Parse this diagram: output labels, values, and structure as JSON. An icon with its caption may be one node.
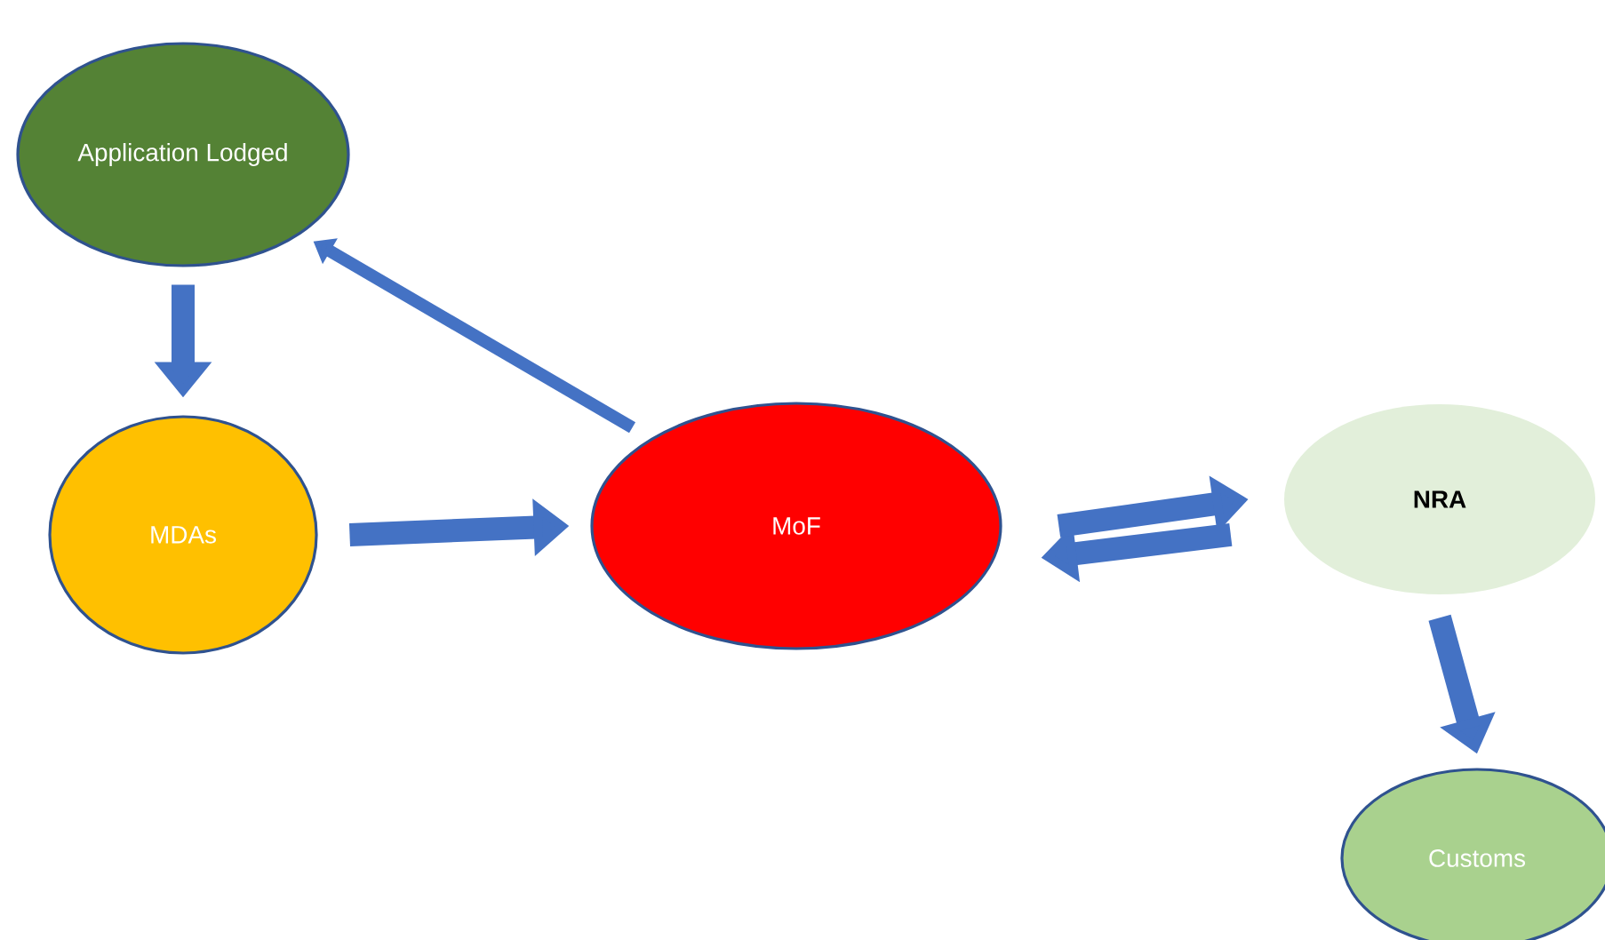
{
  "diagram": {
    "nodes": [
      {
        "text": [
          "Application Lodged"
        ]
      },
      {
        "text": [
          "MDAs"
        ]
      },
      {
        "text": [
          "MoF"
        ]
      },
      {
        "text": [
          "NRA"
        ]
      },
      {
        "text": [
          "Customs"
        ]
      }
    ],
    "edges": [
      {
        "from": 0,
        "to": 1,
        "arrow": "to"
      },
      {
        "from": 1,
        "to": 2,
        "arrow": "to"
      },
      {
        "from": 2,
        "to": 0,
        "arrow": "to"
      },
      {
        "from": 3,
        "to": 2,
        "arrow": "to"
      },
      {
        "from": 2,
        "to": 3,
        "arrow": "to"
      },
      {
        "from": 3,
        "to": 4,
        "arrow": "to"
      }
    ]
  }
}
